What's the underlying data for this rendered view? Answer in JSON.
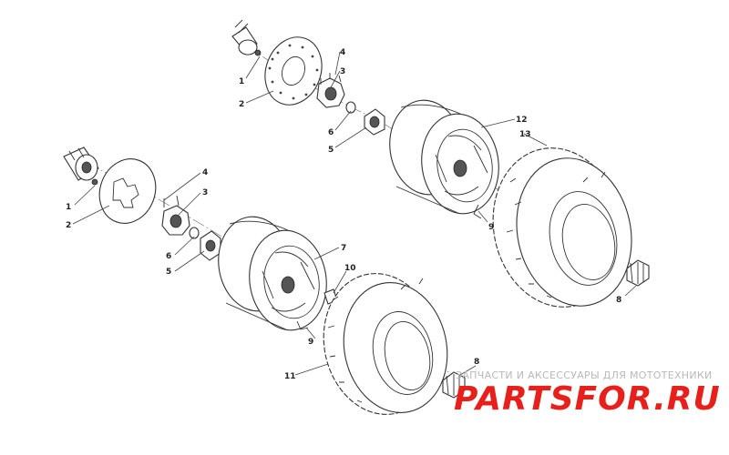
{
  "diagram": {
    "callouts": {
      "upper": {
        "c1": "1",
        "c2": "2",
        "c3": "3",
        "c4": "4",
        "c5": "5",
        "c6": "6",
        "c12": "12",
        "c13": "13",
        "c9": "9",
        "c8": "8"
      },
      "lower": {
        "c1": "1",
        "c2": "2",
        "c3": "3",
        "c4": "4",
        "c5": "5",
        "c6": "6",
        "c7": "7",
        "c10": "10",
        "c9": "9",
        "c11": "11",
        "c8": "8"
      }
    }
  },
  "watermark": {
    "tagline": "ЗАПЧАСТИ И АКСЕССУАРЫ ДЛЯ МОТОТЕХНИКИ",
    "logo": "PARTSFOR.RU",
    "brand_color": "#e8201c"
  }
}
